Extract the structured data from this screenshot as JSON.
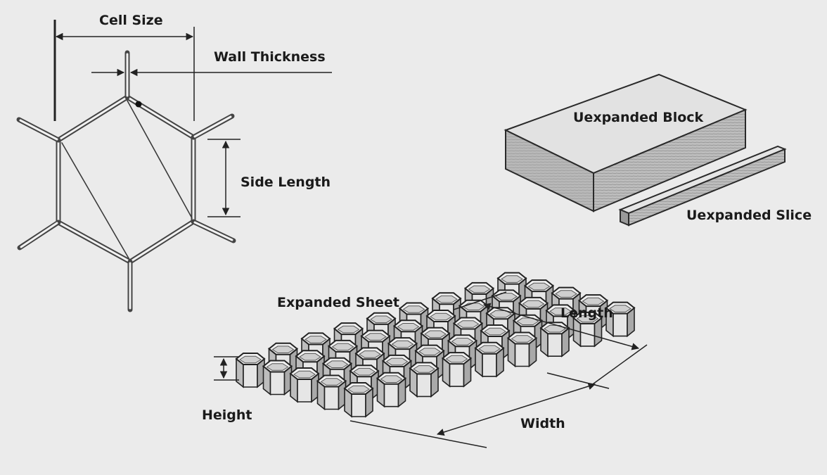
{
  "labels": {
    "cell_size": "Cell Size",
    "wall_thickness": "Wall Thickness",
    "side_length": "Side Length",
    "unexpanded_block": "Uexpanded Block",
    "unexpanded_slice": "Uexpanded Slice",
    "expanded_sheet": "Expanded Sheet",
    "length": "Length",
    "width": "Width",
    "height": "Height"
  },
  "colors": {
    "background": "#ebebeb",
    "line": "#2a2a2a",
    "cell_fill": "#d9d9d9",
    "cell_top": "#f0f0f0"
  }
}
